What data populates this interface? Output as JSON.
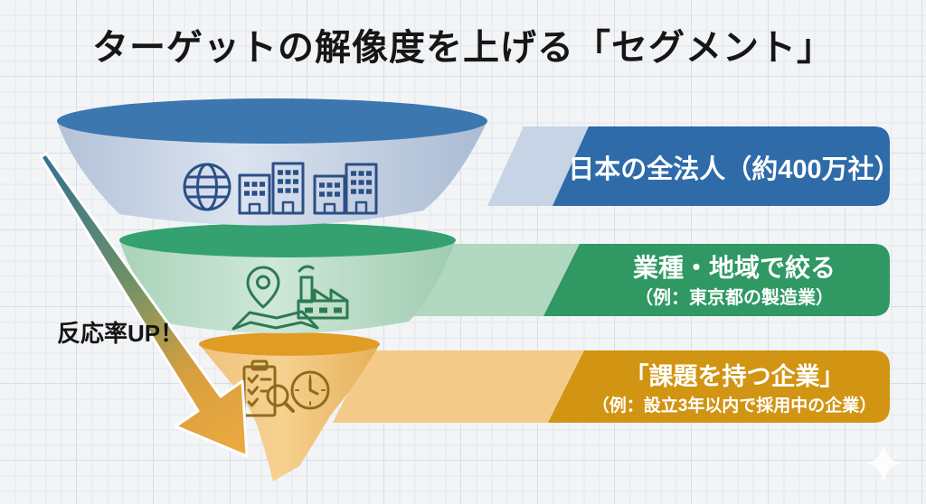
{
  "title": "ターゲットの解像度を上げる「セグメント」",
  "arrow": {
    "label": "反応率UP！",
    "start_color": "#33708f",
    "mid_color": "#6f9168",
    "end_color": "#edaa41"
  },
  "watermark": {
    "icon": "sparkle-icon",
    "color": "#ffffff"
  },
  "funnel_levels": [
    {
      "label": "日本の全法人（約400万社）",
      "sublabel": "",
      "band_color": "#2e6ba8",
      "connector_color": "#c6d4e6",
      "rim_color": "#3d77b0",
      "body_color": "#dbe3ef",
      "icon_color": "#2b4f86",
      "icons": [
        "globe-icon",
        "office-buildings-icon"
      ]
    },
    {
      "label": "業種・地域で絞る",
      "sublabel": "（例：東京都の製造業）",
      "band_color": "#2f9863",
      "connector_color": "#b0d7c0",
      "rim_color": "#35a070",
      "body_color": "#cfe7d8",
      "icon_color": "#2c7a52",
      "icons": [
        "map-pin-icon",
        "factory-icon"
      ]
    },
    {
      "label": "「課題を持つ企業」",
      "sublabel": "（例：設立3年以内で採用中の企業）",
      "band_color": "#d29413",
      "connector_color": "#f3ca88",
      "rim_color": "#e19c26",
      "body_color": "#f6d190",
      "icon_color": "#8f6c1d",
      "icons": [
        "checklist-search-icon",
        "clock-icon"
      ]
    }
  ]
}
